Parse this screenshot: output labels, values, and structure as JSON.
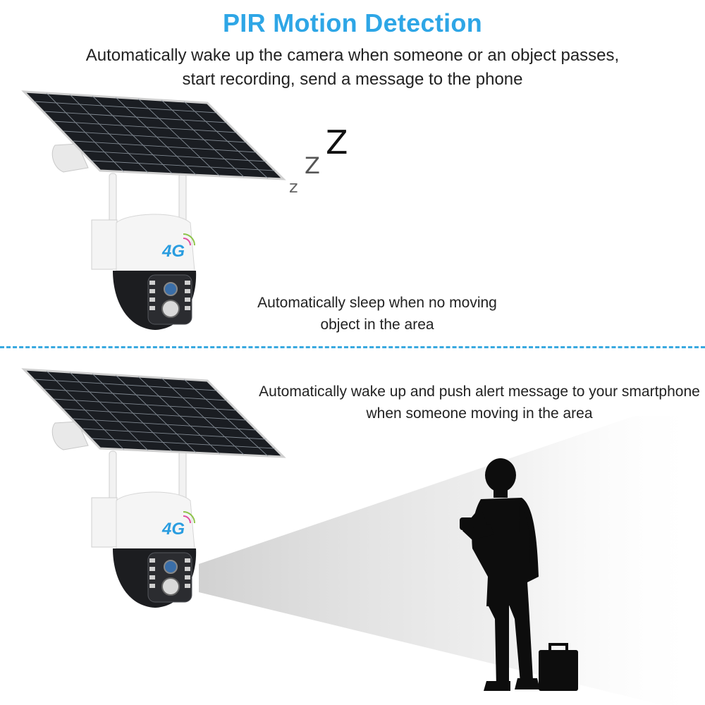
{
  "header": {
    "title": "PIR Motion Detection",
    "subtitle": "Automatically wake up the camera when someone or an object passes, start recording, send a message to the phone"
  },
  "sleep_panel": {
    "zzz": [
      "z",
      "Z",
      "Z"
    ],
    "caption": "Automatically sleep when no moving object in the area"
  },
  "wake_panel": {
    "caption": "Automatically wake up and push alert message to your smartphone when someone moving in the area"
  },
  "camera": {
    "badge": "4G"
  },
  "colors": {
    "title": "#2ea6e6",
    "divider": "#39a9e0",
    "text": "#222222"
  }
}
